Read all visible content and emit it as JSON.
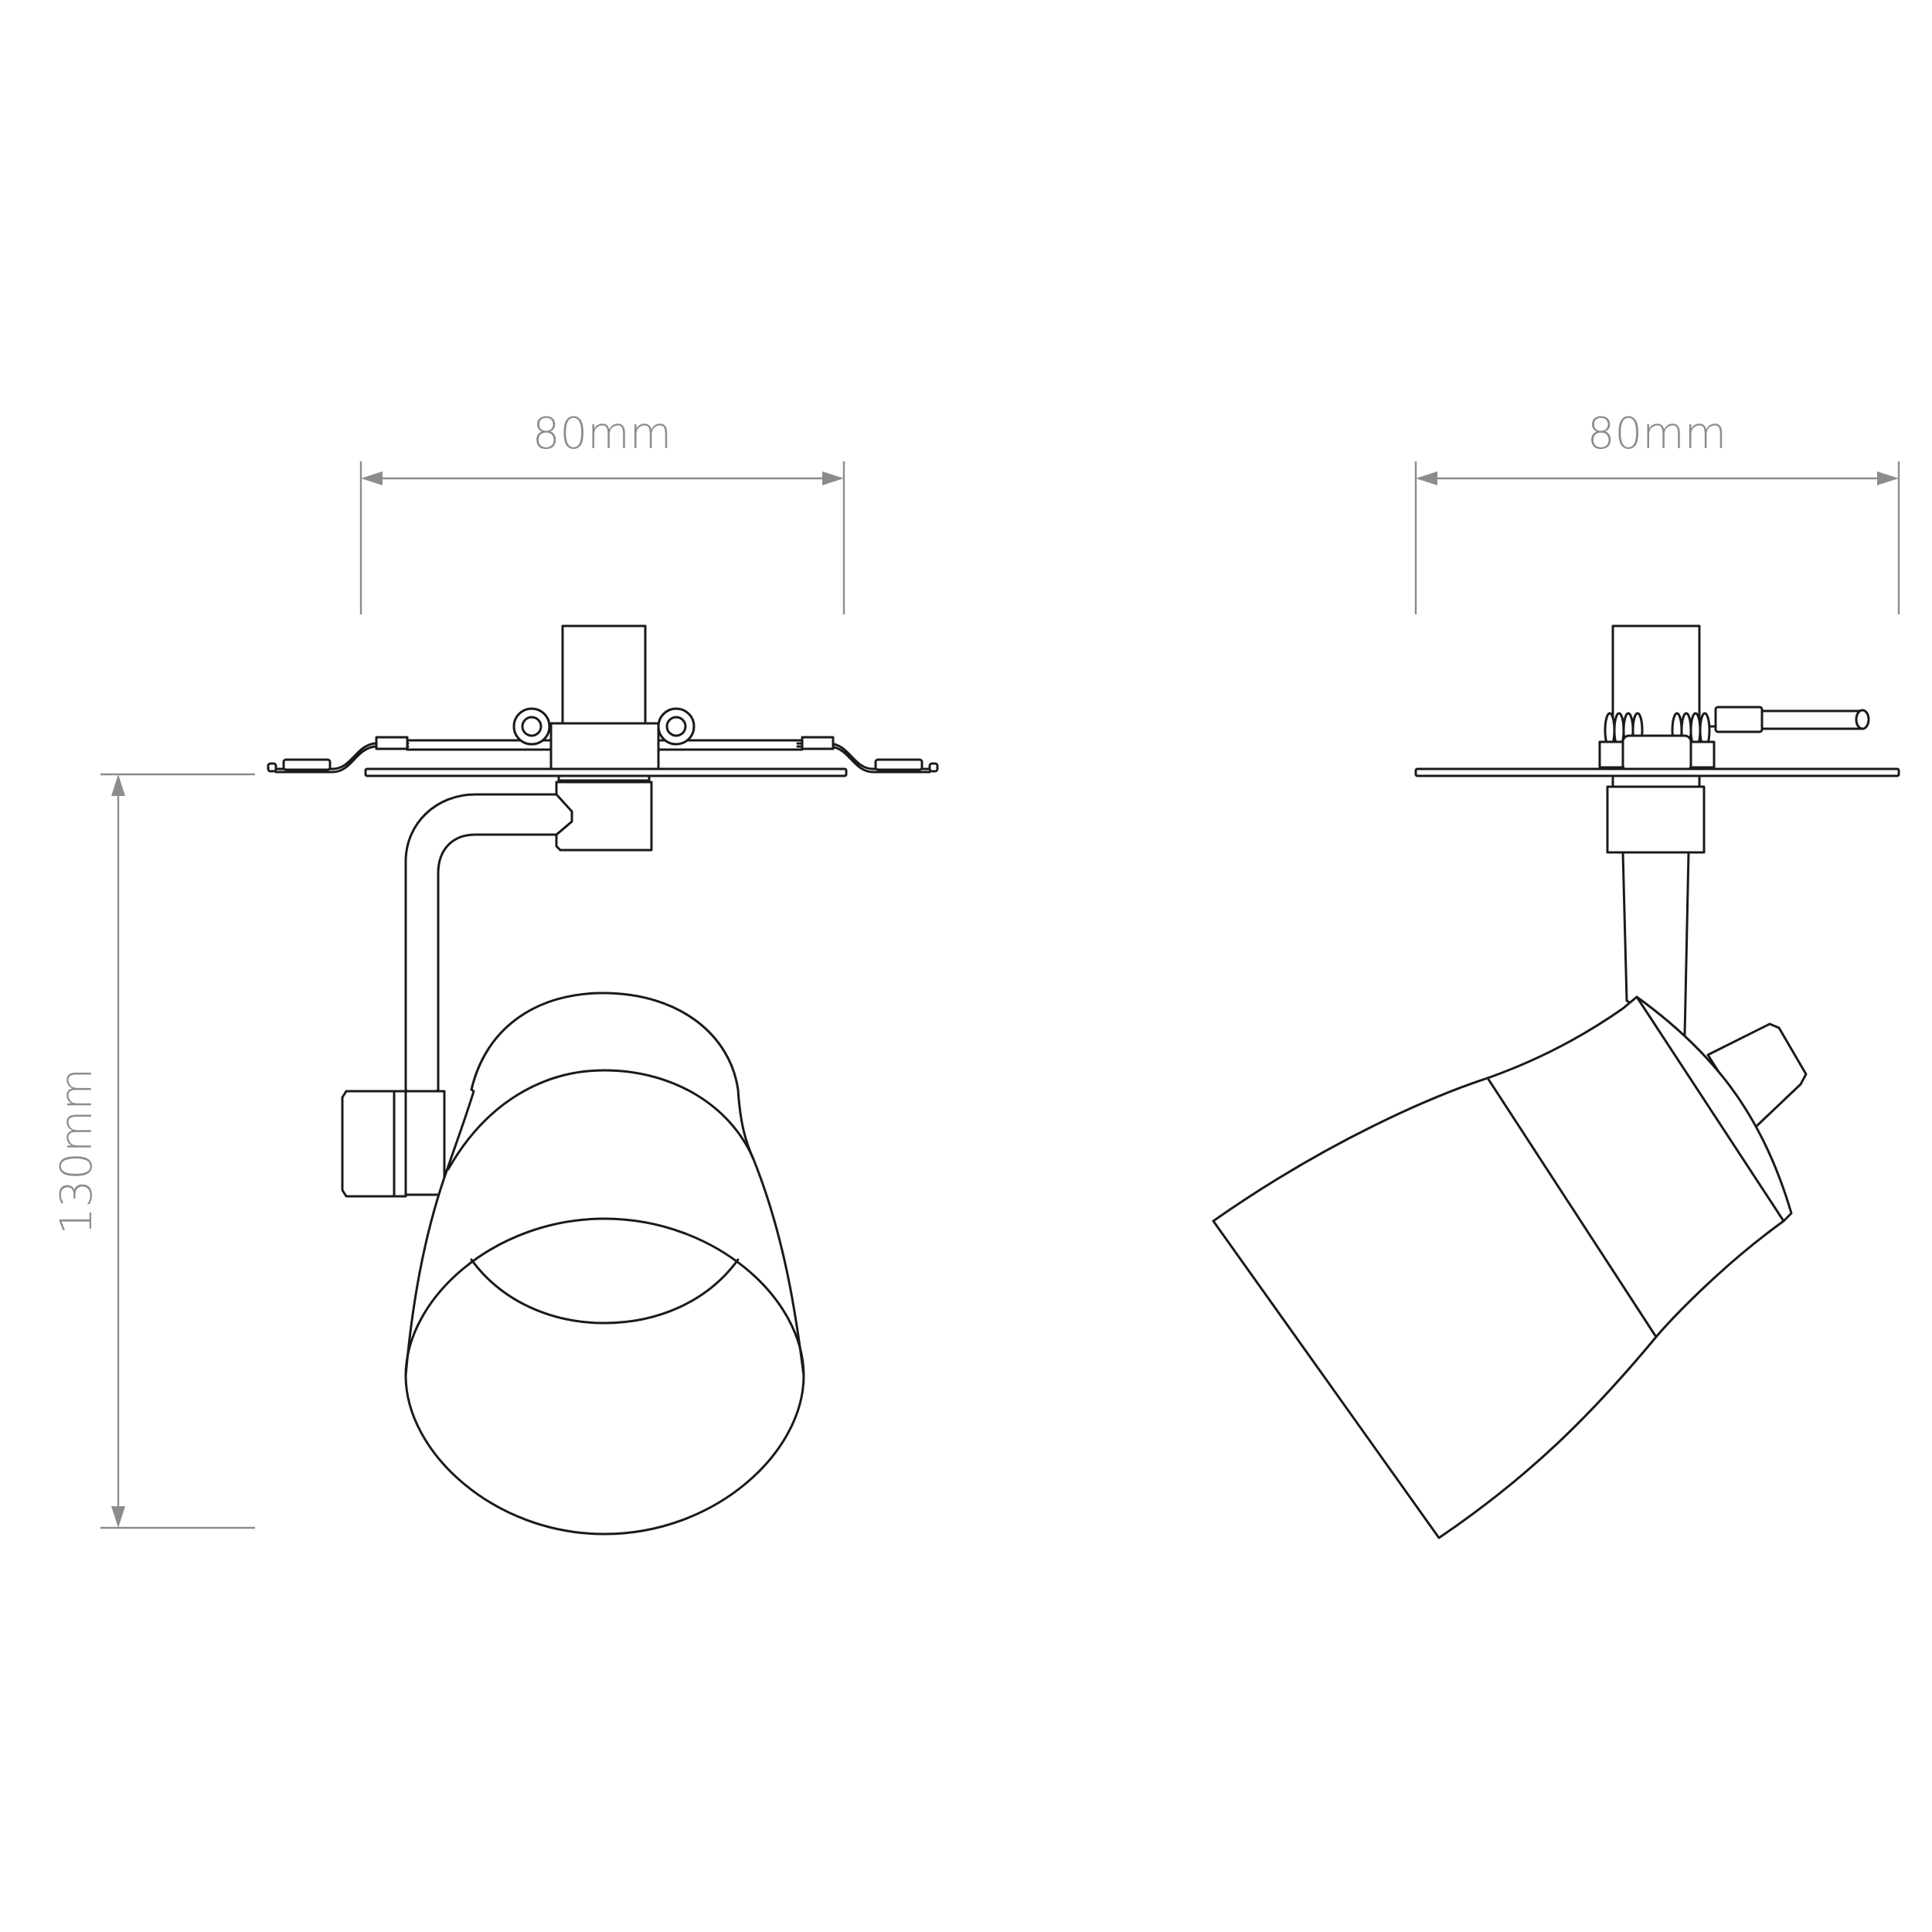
{
  "dimensions": {
    "front_width": "80mm",
    "side_width": "80mm",
    "height": "130mm"
  }
}
